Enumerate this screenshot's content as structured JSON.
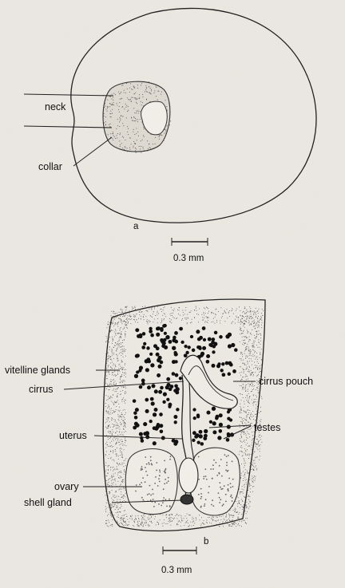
{
  "figure_a": {
    "panel_label": "a",
    "labels": {
      "neck": "neck",
      "collar": "collar"
    },
    "scale_bar": "0.3 mm"
  },
  "figure_b": {
    "panel_label": "b",
    "labels": {
      "vitelline_glands": "vitelline glands",
      "cirrus": "cirrus",
      "cirrus_pouch": "cirrus pouch",
      "testes": "testes",
      "uterus": "uterus",
      "ovary": "ovary",
      "shell_gland": "shell gland"
    },
    "scale_bar": "0.3 mm"
  }
}
